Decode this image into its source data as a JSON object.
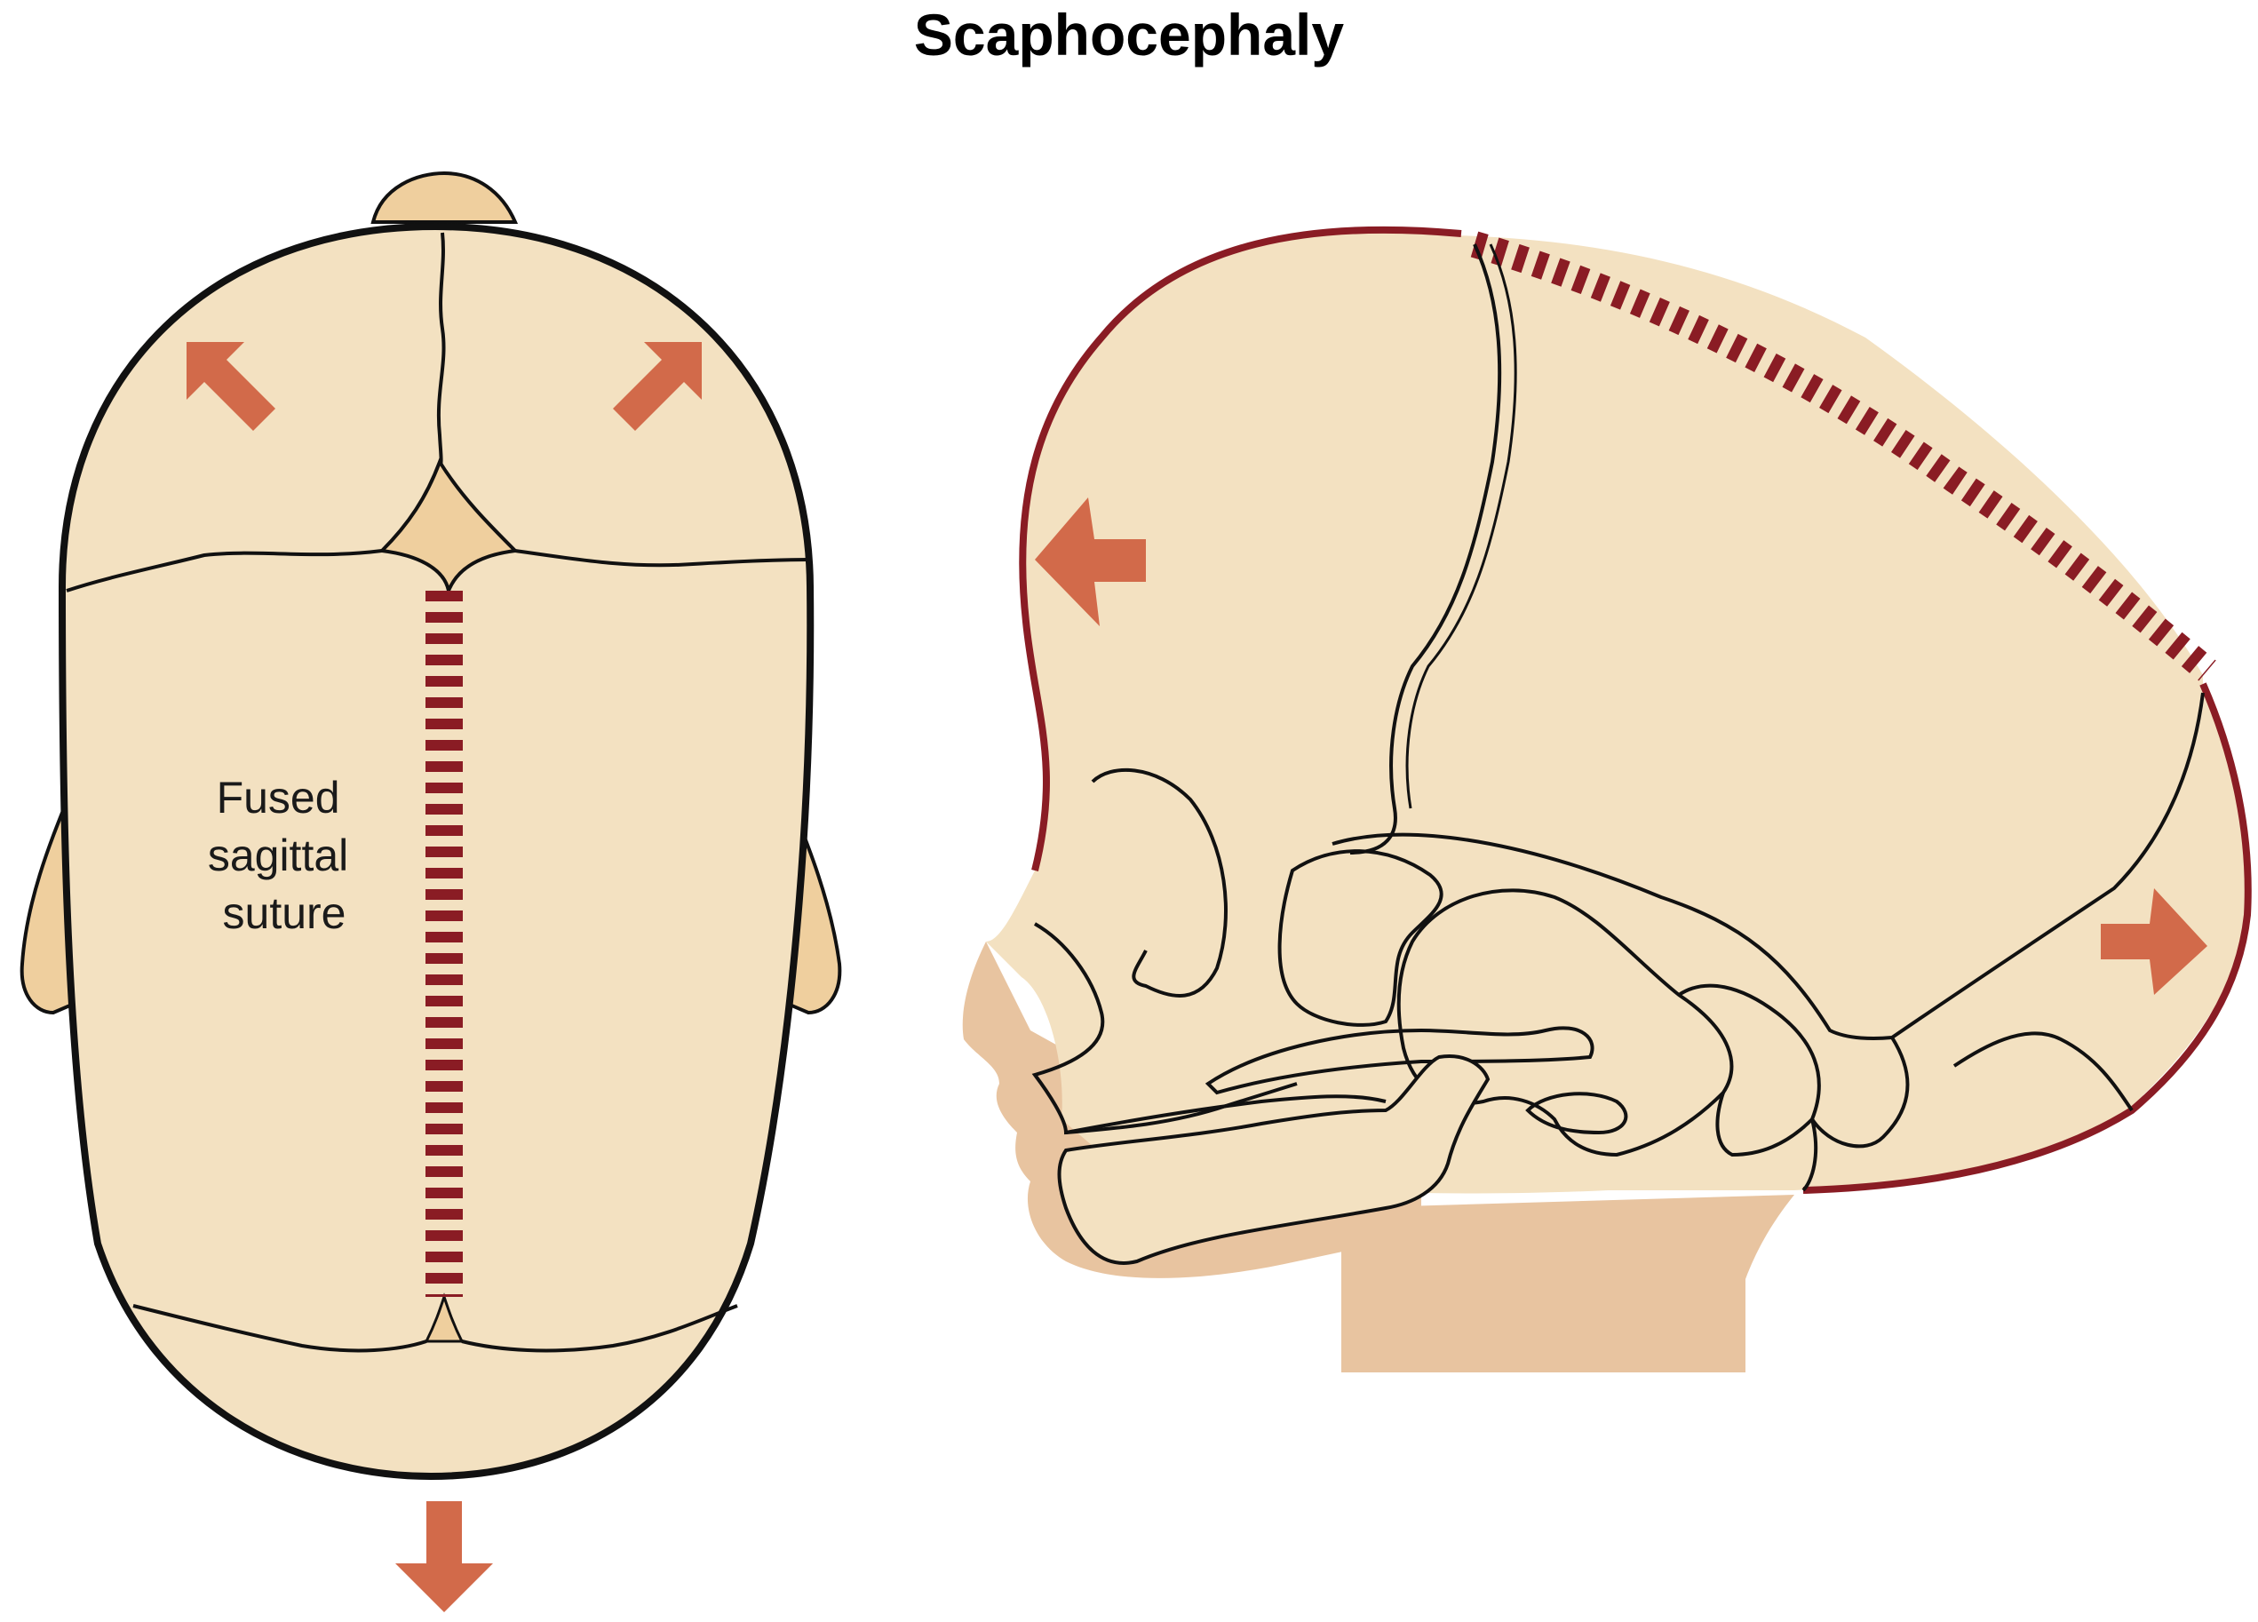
{
  "title": "Scaphocephaly",
  "top_view": {
    "label_lines": [
      "Fused",
      "sagittal",
      "suture"
    ]
  },
  "colors": {
    "bone": "#f3e1c1",
    "bone_shadow": "#efcf9e",
    "skin": "#e8c4a0",
    "outline": "#111111",
    "fused_suture": "#8a1c24",
    "growth_arrow": "#d26a4a"
  },
  "icons": {
    "growth_arrow": "arrow-icon",
    "fused_suture_marker": "dashed-line"
  }
}
